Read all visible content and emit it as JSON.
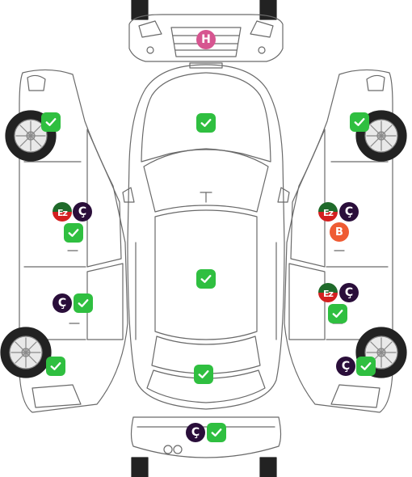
{
  "colors": {
    "check": "#2fbf40",
    "paint_badge": "#2a0e3a",
    "b_badge": "#ef5b33",
    "h_badge": "#d65590",
    "ez_top": "#1f6a2a",
    "ez_bottom": "#d32020",
    "outline": "#555555"
  },
  "labels": {
    "h": "H",
    "c": "Ç",
    "b": "B",
    "ez": "Ez"
  },
  "icons": {
    "check": "check-icon"
  }
}
